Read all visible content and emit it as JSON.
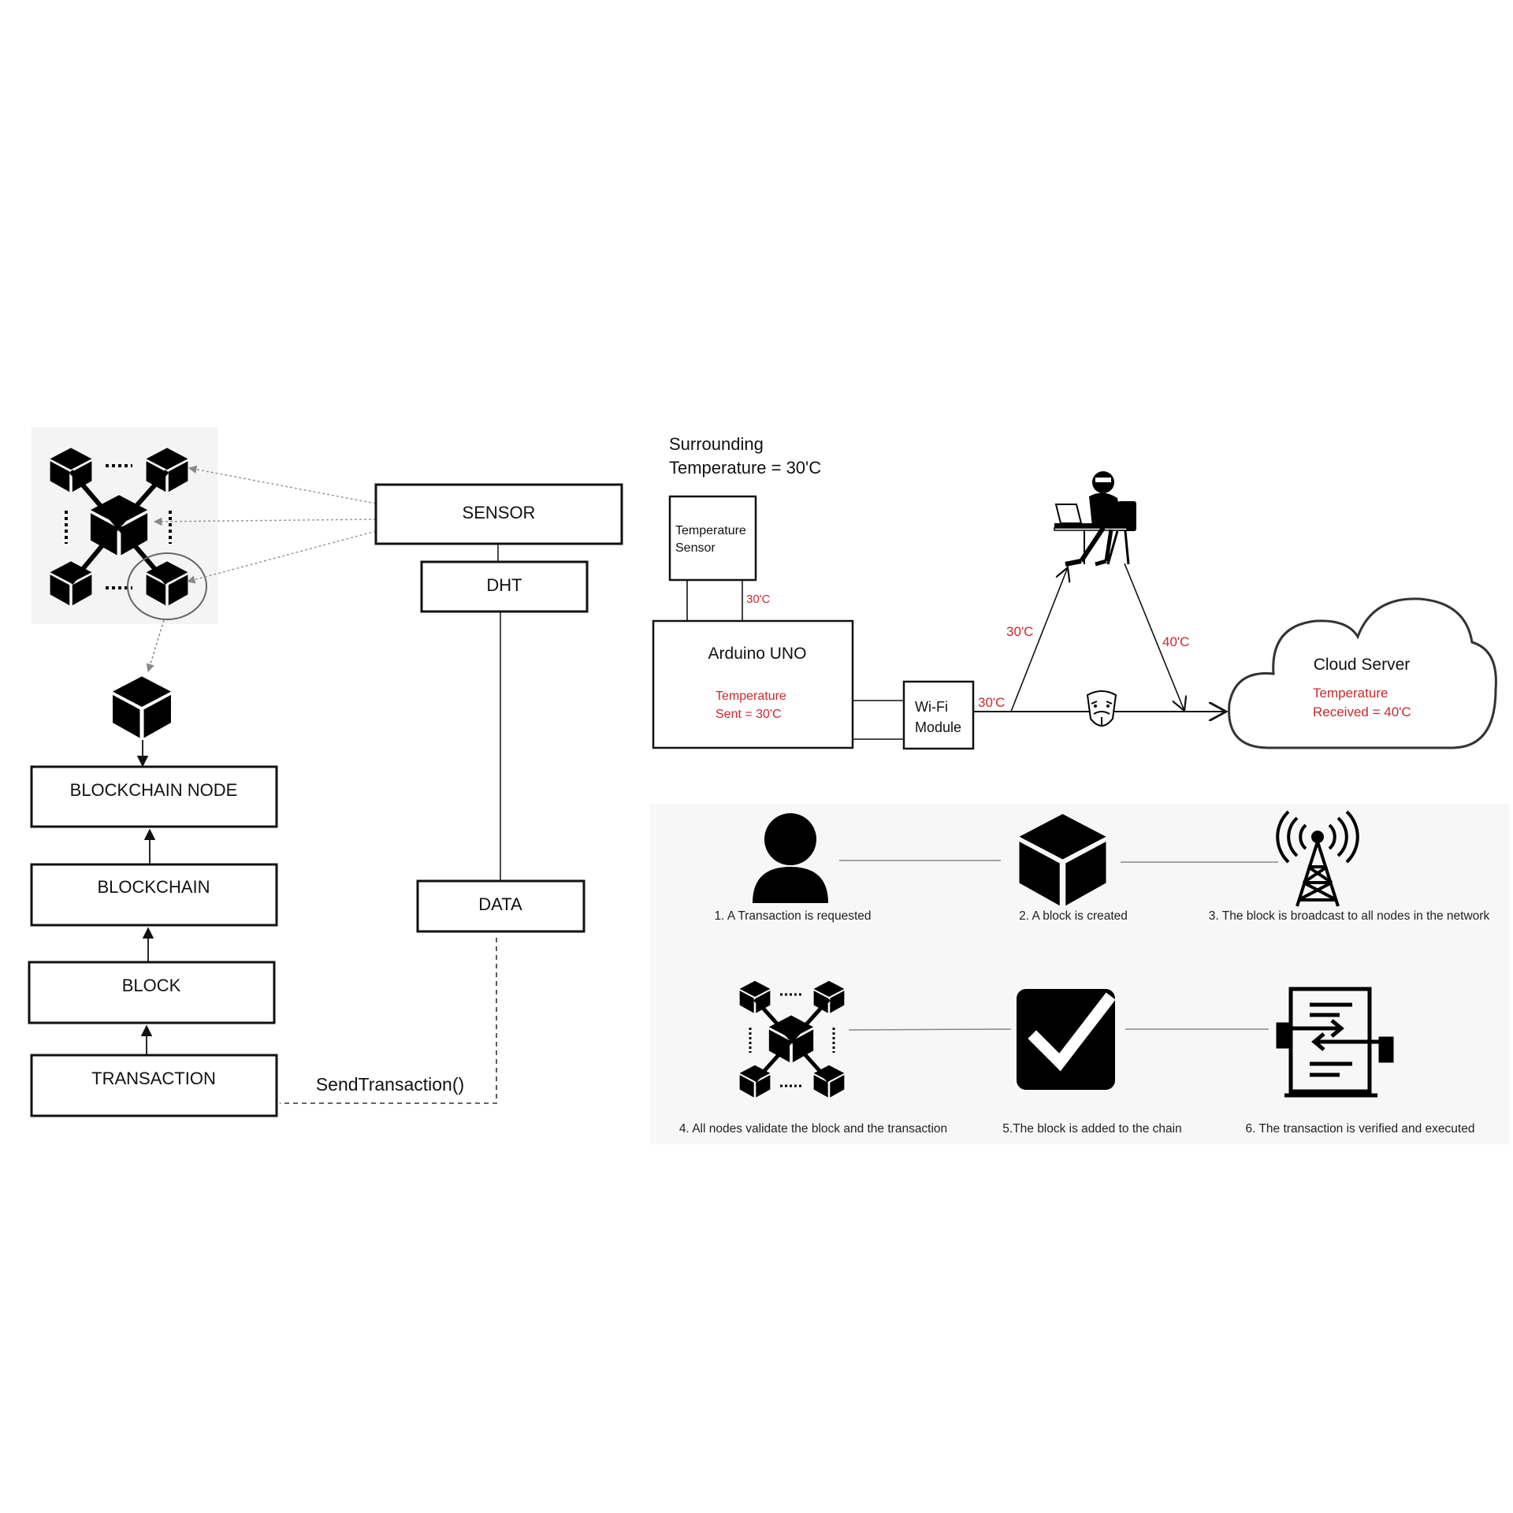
{
  "left_flow": {
    "sensor": "SENSOR",
    "dht": "DHT",
    "data": "DATA",
    "send_transaction": "SendTransaction()",
    "blockchain_node": "BLOCKCHAIN NODE",
    "blockchain": "BLOCKCHAIN",
    "block": "BLOCK",
    "transaction": "TRANSACTION"
  },
  "attack_scenario": {
    "surrounding_line1": "Surrounding",
    "surrounding_line2": "Temperature = 30'C",
    "temp_sensor_line1": "Temperature",
    "temp_sensor_line2": "Sensor",
    "sensor_reading": "30'C",
    "arduino_title": "Arduino UNO",
    "arduino_sent_line1": "Temperature",
    "arduino_sent_line2": "Sent = 30'C",
    "wifi_line1": "Wi-Fi",
    "wifi_line2": "Module",
    "wifi_out_reading": "30'C",
    "to_attacker_reading": "30'C",
    "from_attacker_reading": "40'C",
    "cloud_title": "Cloud Server",
    "cloud_received_line1": "Temperature",
    "cloud_received_line2": "Received = 40'C"
  },
  "process_steps": [
    {
      "label": "1. A Transaction is requested",
      "icon": "user-icon"
    },
    {
      "label": "2. A block is created",
      "icon": "cube-icon"
    },
    {
      "label": "3. The block is broadcast to all nodes in the network",
      "icon": "broadcast-tower-icon"
    },
    {
      "label": "4. All nodes validate the block and the transaction",
      "icon": "network-icon"
    },
    {
      "label": "5.The block is added to the chain",
      "icon": "checkbox-icon"
    },
    {
      "label": "6. The transaction is verified and executed",
      "icon": "contract-exchange-icon"
    }
  ],
  "colors": {
    "accent_red": "#c8282d",
    "ink": "#111111",
    "panel_bg": "#f7f7f8"
  }
}
